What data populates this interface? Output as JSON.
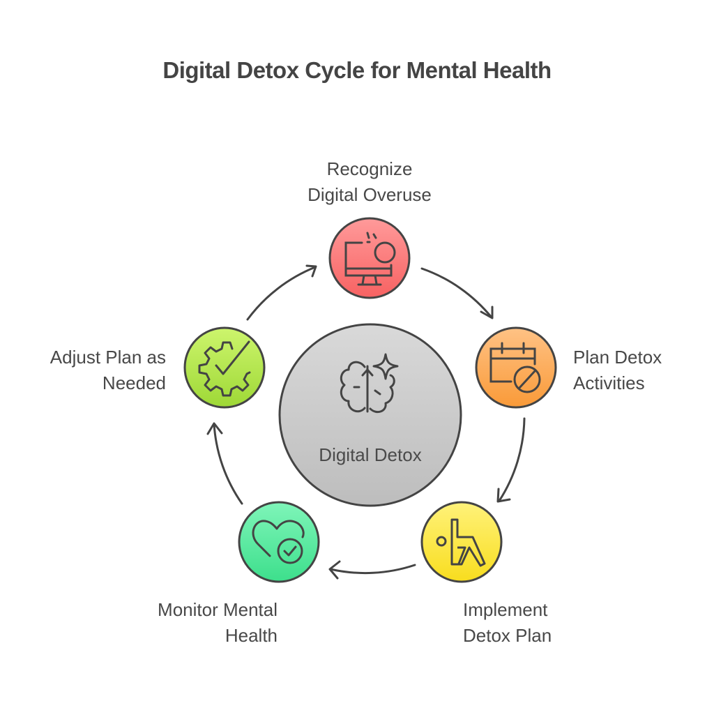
{
  "title": "Digital Detox Cycle for Mental Health",
  "center": {
    "label": "Digital Detox",
    "icon": "brain-sparkle-icon",
    "color": "#cccccc"
  },
  "steps": [
    {
      "line1": "Recognize",
      "line2": "Digital Overuse",
      "icon": "monitor-alert-icon",
      "color_top": "#ff9a9a",
      "color_bottom": "#f76262"
    },
    {
      "line1": "Plan Detox",
      "line2": "Activities",
      "icon": "calendar-block-icon",
      "color_top": "#ffc285",
      "color_bottom": "#f99a38"
    },
    {
      "line1": "Implement",
      "line2": "Detox Plan",
      "icon": "yoga-pose-icon",
      "color_top": "#fff27a",
      "color_bottom": "#f8dd1e"
    },
    {
      "line1": "Monitor Mental",
      "line2": "Health",
      "icon": "heart-check-icon",
      "color_top": "#7ff5b9",
      "color_bottom": "#3ddf8c"
    },
    {
      "line1": "Adjust Plan as",
      "line2": "Needed",
      "icon": "gear-check-icon",
      "color_top": "#cdf56d",
      "color_bottom": "#9ed836"
    }
  ]
}
